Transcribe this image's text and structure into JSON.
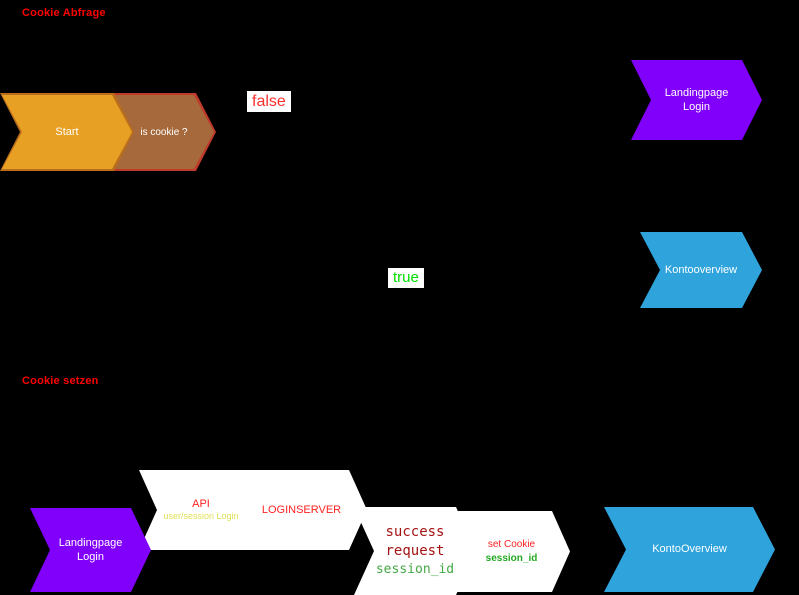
{
  "sections": {
    "cookie_abfrage": "Cookie Abfrage",
    "cookie_setzen": "Cookie setzen"
  },
  "flow_top": {
    "start": "Start",
    "is_cookie": "is cookie ?",
    "false": "false",
    "true": "true",
    "landingpage_line1": "Landingpage",
    "landingpage_line2": "Login",
    "kontooverview": "Kontooverview"
  },
  "flow_bottom": {
    "landingpage_line1": "Landingpage",
    "landingpage_line2": "Login",
    "api_title": "API",
    "api_subtitle": "user/session Login",
    "loginserver": "LOGINSERVER",
    "success_line1": "success",
    "success_line2": "request",
    "success_line3": "session_id",
    "set_cookie_line1": "set Cookie",
    "set_cookie_line2": "session_id",
    "kontooverview": "KontoOverview"
  },
  "colors": {
    "background": "#000000",
    "section_label": "#FF0000",
    "start_fill": "#E7A024",
    "start_border": "#BA6E1B",
    "is_cookie_fill": "#A5693B",
    "is_cookie_border": "#C03A2B",
    "purple_fill": "#8100FB",
    "blue_fill": "#2EA3DC",
    "white_fill": "#FFFFFF",
    "false_text": "#FF3030",
    "true_text": "#00DD00",
    "api_title_text": "#FF2222",
    "api_subtitle_text": "#DFDF55",
    "loginserver_text": "#FF2222",
    "success_text": "#A51414",
    "session_id_text": "#44AA44",
    "node_text": "#FFFFFF"
  }
}
